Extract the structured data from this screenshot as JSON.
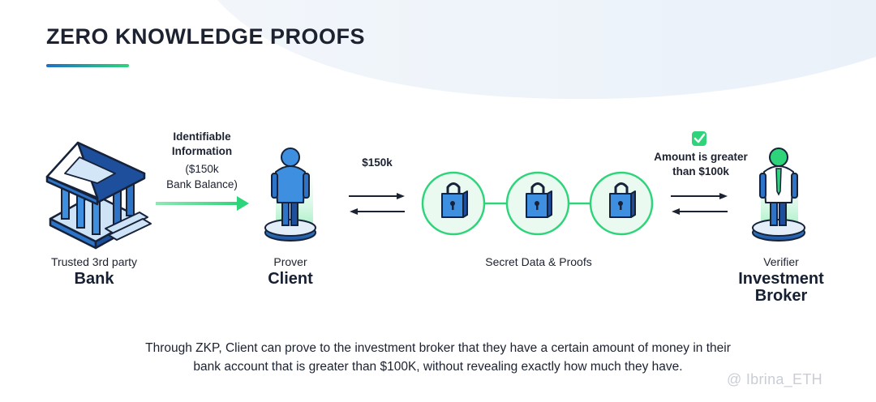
{
  "title": "ZERO KNOWLEDGE PROOFS",
  "bank": {
    "role": "Trusted 3rd party",
    "name": "Bank"
  },
  "client": {
    "role": "Prover",
    "name": "Client"
  },
  "verifier": {
    "role": "Verifier",
    "name_line1": "Investment",
    "name_line2": "Broker"
  },
  "identifiable": {
    "line1": "Identifiable",
    "line2": "Information",
    "line3": "($150k",
    "line4": "Bank Balance)"
  },
  "amount_150k": "$150k",
  "secret_label": "Secret Data & Proofs",
  "result": {
    "line1": "Amount is greater",
    "line2": "than $100k"
  },
  "caption": {
    "line1": "Through ZKP, Client can prove to the investment broker that they have a certain amount of money in their",
    "line2": "bank account that is greater than $100K, without revealing exactly how much they have."
  },
  "watermark": "@ Ibrina_ETH",
  "colors": {
    "accent_blue": "#1f6fc4",
    "accent_green": "#2ed47a",
    "dark": "#1b2332"
  },
  "icons": [
    "bank-icon",
    "client-person-icon",
    "padlock-icon",
    "broker-person-icon",
    "check-icon",
    "arrow-right-icon",
    "arrow-left-icon"
  ]
}
